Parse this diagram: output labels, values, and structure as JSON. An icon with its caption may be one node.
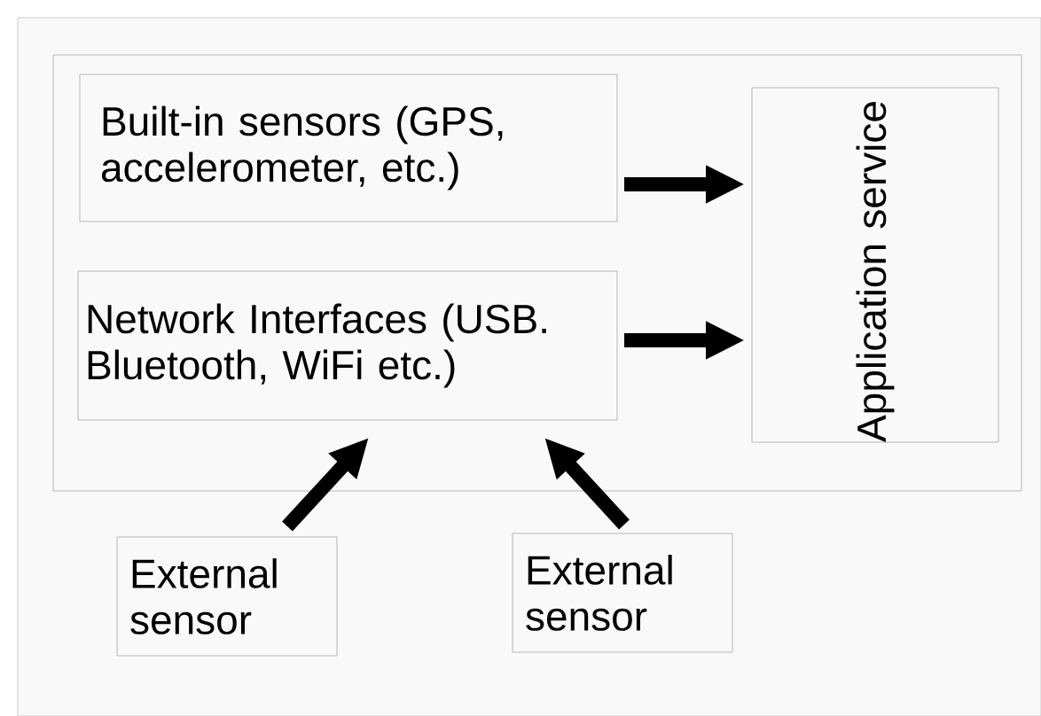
{
  "diagram": {
    "nodes": [
      {
        "text": [],
        "shape": "box"
      },
      {
        "text": [
          "Built-in sensors (GPS, accelerometer, etc.)"
        ],
        "in": 0
      },
      {
        "text": [
          "Network Interfaces (USB. Bluetooth, WiFi etc.)"
        ],
        "in": 0
      },
      {
        "text": [
          "Application service"
        ],
        "in": 0
      },
      {
        "text": [
          "External sensor"
        ]
      },
      {
        "text": [
          "External sensor"
        ]
      }
    ],
    "edges": [
      {
        "from": 1,
        "to": 3,
        "arrow": "to"
      },
      {
        "from": 2,
        "to": 3,
        "arrow": "to"
      },
      {
        "from": 4,
        "to": 2,
        "arrow": "to"
      },
      {
        "from": 5,
        "to": 2,
        "arrow": "to"
      }
    ]
  }
}
